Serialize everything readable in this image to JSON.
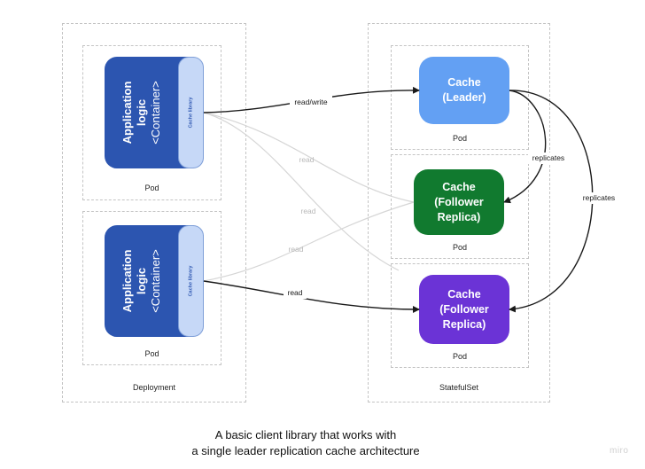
{
  "groups": {
    "deployment": "Deployment",
    "statefulset": "StatefulSet"
  },
  "pods": {
    "app1": "Pod",
    "app2": "Pod",
    "leader": "Pod",
    "follower1": "Pod",
    "follower2": "Pod"
  },
  "app_container": {
    "title": "Application logic",
    "title_line1": "Application",
    "title_line2": "logic",
    "subtitle": "<Container>",
    "library": "Cache library"
  },
  "caches": {
    "leader": {
      "line1": "Cache",
      "line2": "(Leader)",
      "color": "#63a0f3"
    },
    "follower1": {
      "line1": "Cache",
      "line2": "(Follower",
      "line3": "Replica)",
      "color": "#117a2f"
    },
    "follower2": {
      "line1": "Cache",
      "line2": "(Follower",
      "line3": "Replica)",
      "color": "#6b33d6"
    }
  },
  "edges": {
    "read_write": "read/write",
    "read": "read",
    "replicates": "replicates"
  },
  "colors": {
    "app": "#2c55b0",
    "library": "#c6d8f7",
    "faded_edge": "#d2d2d2",
    "edge": "#1a1a1a"
  },
  "caption": {
    "line1": "A basic client library that works with",
    "line2": "a single leader replication cache architecture"
  },
  "watermark": "miro"
}
